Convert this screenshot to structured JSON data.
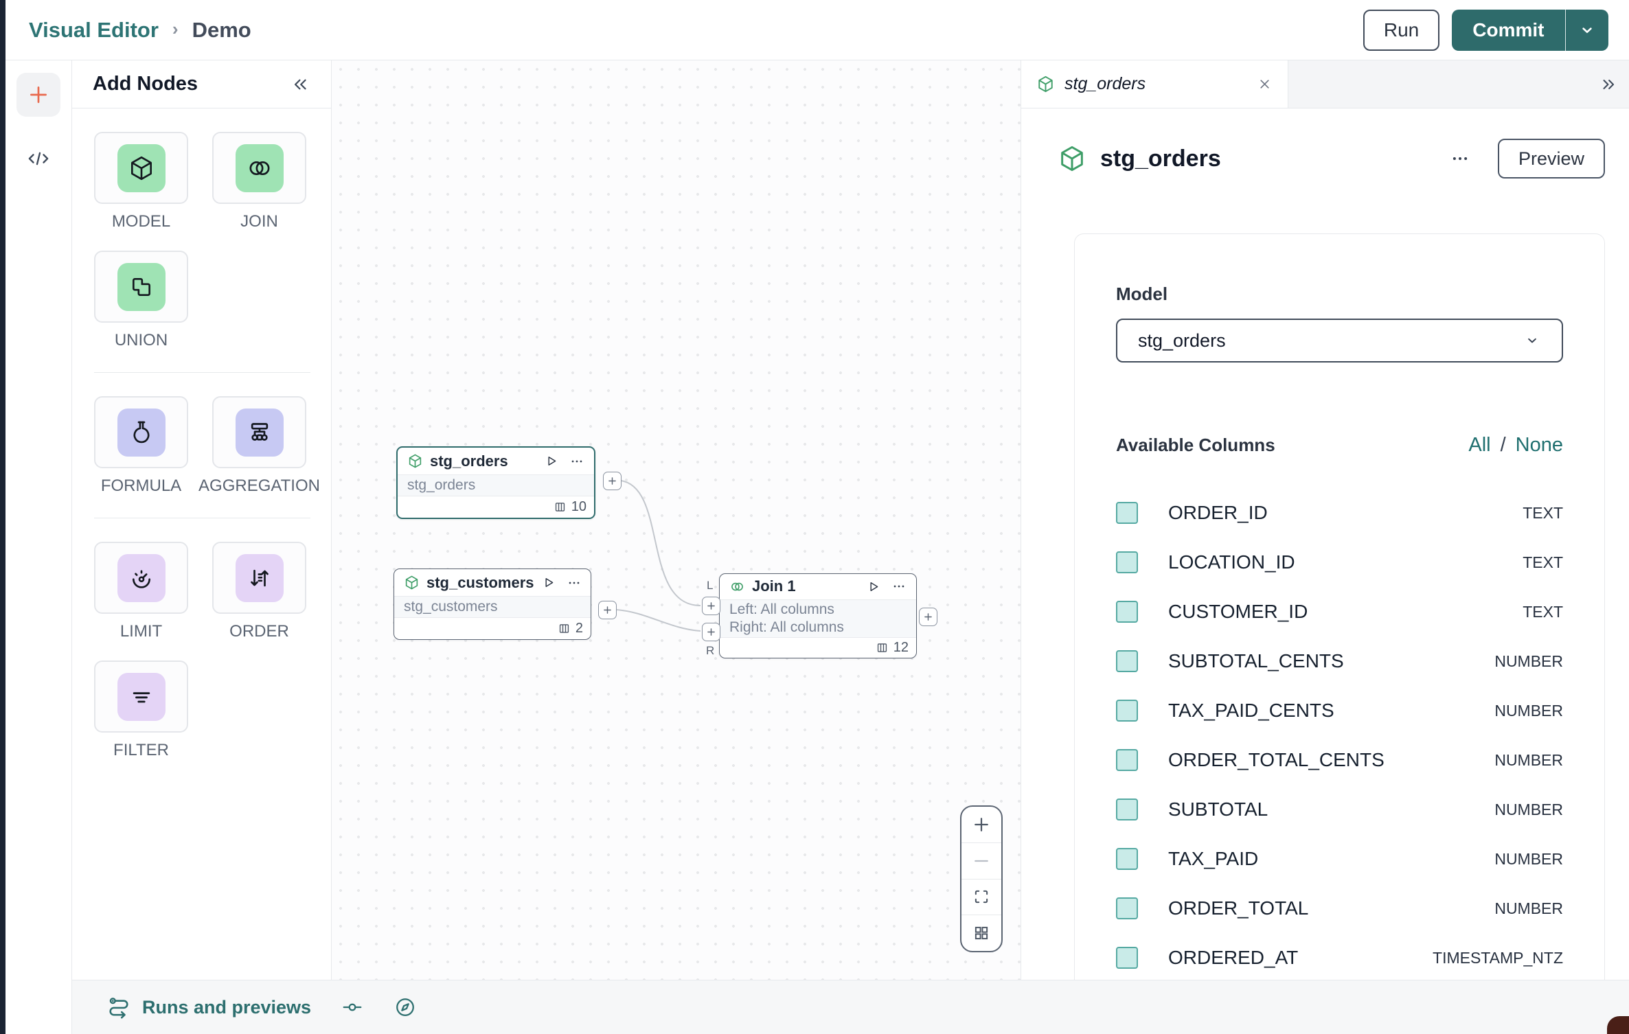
{
  "header": {
    "breadcrumb": {
      "root": "Visual Editor",
      "separator": "›",
      "current": "Demo"
    },
    "run_button": "Run",
    "commit_button": "Commit"
  },
  "add_nodes": {
    "title": "Add Nodes",
    "groups": [
      {
        "items": [
          {
            "label": "MODEL",
            "icon": "cube",
            "color": "green"
          },
          {
            "label": "JOIN",
            "icon": "venn",
            "color": "green"
          },
          {
            "label": "UNION",
            "icon": "union",
            "color": "green"
          }
        ]
      },
      {
        "items": [
          {
            "label": "FORMULA",
            "icon": "flask",
            "color": "lavender"
          },
          {
            "label": "AGGREGATION",
            "icon": "aggregation",
            "color": "lavender"
          }
        ]
      },
      {
        "items": [
          {
            "label": "LIMIT",
            "icon": "gauge",
            "color": "lilac"
          },
          {
            "label": "ORDER",
            "icon": "sort",
            "color": "lilac"
          },
          {
            "label": "FILTER",
            "icon": "filter",
            "color": "lilac"
          }
        ]
      }
    ]
  },
  "canvas": {
    "nodes": [
      {
        "title": "stg_orders",
        "subtitle": "stg_orders",
        "column_count": "10"
      },
      {
        "title": "stg_customers",
        "subtitle": "stg_customers",
        "column_count": "2"
      },
      {
        "title": "Join 1",
        "line1": "Left: All columns",
        "line2": "Right: All columns",
        "column_count": "12",
        "left_port": "L",
        "right_port": "R"
      }
    ]
  },
  "right_panel": {
    "tab_title": "stg_orders",
    "title": "stg_orders",
    "preview_button": "Preview",
    "model_label": "Model",
    "model_value": "stg_orders",
    "columns_title": "Available Columns",
    "select_all": "All",
    "select_separator": "/",
    "select_none": "None",
    "columns": [
      {
        "name": "ORDER_ID",
        "type": "TEXT"
      },
      {
        "name": "LOCATION_ID",
        "type": "TEXT"
      },
      {
        "name": "CUSTOMER_ID",
        "type": "TEXT"
      },
      {
        "name": "SUBTOTAL_CENTS",
        "type": "NUMBER"
      },
      {
        "name": "TAX_PAID_CENTS",
        "type": "NUMBER"
      },
      {
        "name": "ORDER_TOTAL_CENTS",
        "type": "NUMBER"
      },
      {
        "name": "SUBTOTAL",
        "type": "NUMBER"
      },
      {
        "name": "TAX_PAID",
        "type": "NUMBER"
      },
      {
        "name": "ORDER_TOTAL",
        "type": "NUMBER"
      },
      {
        "name": "ORDERED_AT",
        "type": "TIMESTAMP_NTZ"
      }
    ]
  },
  "bottom_bar": {
    "runs_label": "Runs and previews"
  },
  "colors": {
    "accent_teal": "#2e6b6b",
    "link_teal": "#1f6f6f",
    "node_icon_green": "#3f9e68",
    "tile_green": "#9fe3b4",
    "tile_lavender": "#c7c9f3",
    "tile_lilac": "#e4d4f6",
    "plus_orange": "#e8694d",
    "checkbox_fill": "#c9ebe8",
    "checkbox_border": "#55a9a2",
    "dark_edge": "#1b2433"
  }
}
